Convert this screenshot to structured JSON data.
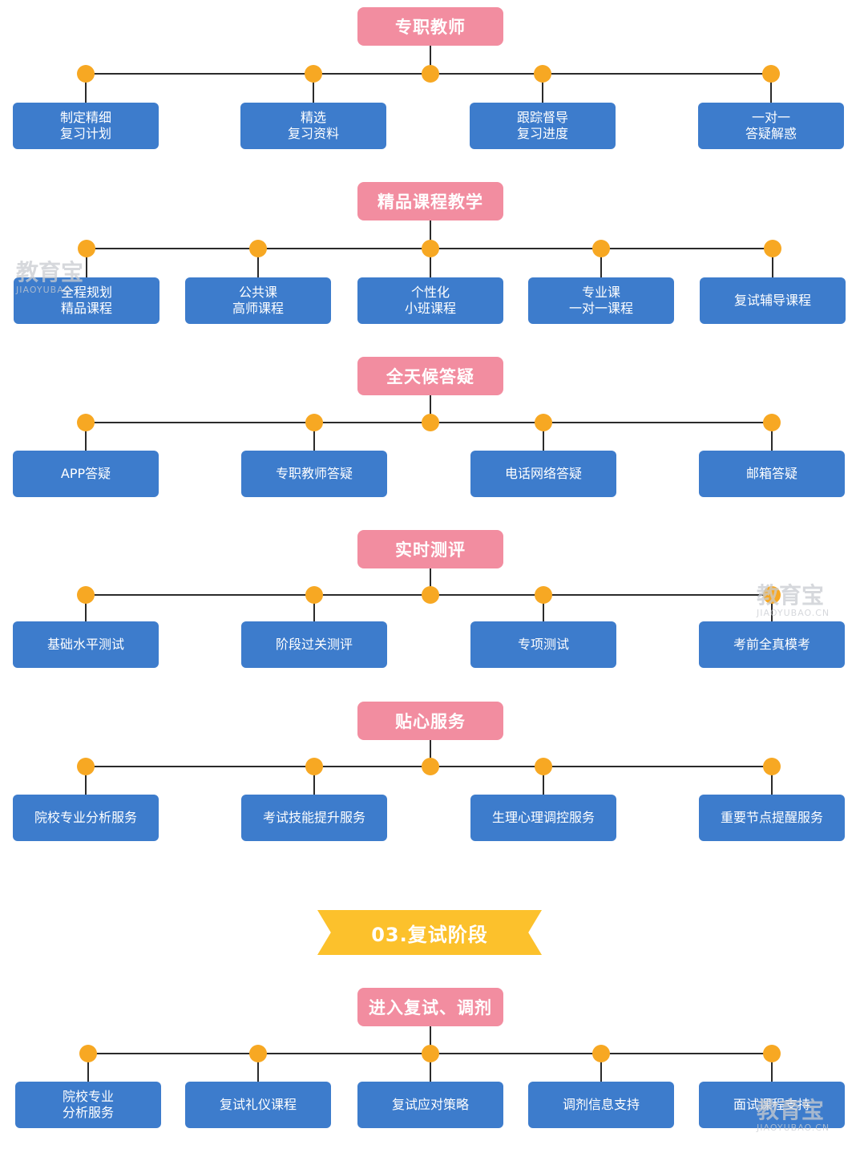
{
  "sections": [
    {
      "title": "专职教师",
      "items": [
        [
          "制定精细",
          "复习计划"
        ],
        [
          "精选",
          "复习资料"
        ],
        [
          "跟踪督导",
          "复习进度"
        ],
        [
          "一对一",
          "答疑解惑"
        ]
      ]
    },
    {
      "title": "精品课程教学",
      "items": [
        [
          "全程规划",
          "精品课程"
        ],
        [
          "公共课",
          "高师课程"
        ],
        [
          "个性化",
          "小班课程"
        ],
        [
          "专业课",
          "一对一课程"
        ],
        [
          "复试辅导课程"
        ]
      ]
    },
    {
      "title": "全天候答疑",
      "items": [
        [
          "APP答疑"
        ],
        [
          "专职教师答疑"
        ],
        [
          "电话网络答疑"
        ],
        [
          "邮箱答疑"
        ]
      ]
    },
    {
      "title": "实时测评",
      "items": [
        [
          "基础水平测试"
        ],
        [
          "阶段过关测评"
        ],
        [
          "专项测试"
        ],
        [
          "考前全真模考"
        ]
      ]
    },
    {
      "title": "贴心服务",
      "items": [
        [
          "院校专业分析服务"
        ],
        [
          "考试技能提升服务"
        ],
        [
          "生理心理调控服务"
        ],
        [
          "重要节点提醒服务"
        ]
      ]
    },
    {
      "title": "进入复试、调剂",
      "items": [
        [
          "院校专业",
          "分析服务"
        ],
        [
          "复试礼仪课程"
        ],
        [
          "复试应对策略"
        ],
        [
          "调剂信息支持"
        ],
        [
          "面试课程支持"
        ]
      ]
    }
  ],
  "stage_banner": "03.复试阶段",
  "watermark": {
    "big": "教育宝",
    "small_left": "JIAOYUBAO",
    "small_right": "JIAOYUBAO.CN"
  },
  "colors": {
    "title_bg": "#f28da0",
    "box_bg": "#3d7ccc",
    "dot": "#f7a823",
    "line": "#2b2b2b",
    "banner": "#fcc12c"
  }
}
